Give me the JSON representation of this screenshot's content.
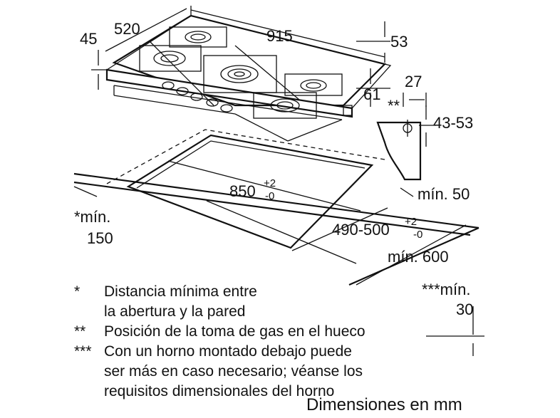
{
  "dimensions": {
    "hob_depth": "520",
    "hob_width": "915",
    "hob_thickness": "45",
    "edge_53": "53",
    "edge_61": "61",
    "gas_offset": "27",
    "gas_height": "43-53",
    "gas_marker": "**",
    "cutout_width": "850",
    "cutout_width_tol_plus": "+2",
    "cutout_width_tol_minus": "-0",
    "cutout_depth": "490-500",
    "cutout_depth_tol_plus": "+2",
    "cutout_depth_tol_minus": "-0",
    "min_50": "mín. 50",
    "min_600": "mín. 600",
    "min_150_line1": "*mín.",
    "min_150_line2": "150",
    "min_30_line1": "***mín.",
    "min_30_line2": "30"
  },
  "notes": [
    {
      "mark": "*",
      "lines": [
        "Distancia mínima entre",
        "la abertura y la pared"
      ]
    },
    {
      "mark": "**",
      "lines": [
        "Posición de la toma de gas en el hueco"
      ]
    },
    {
      "mark": "***",
      "lines": [
        "Con un horno montado debajo puede",
        "ser más en caso necesario; véanse los",
        "requisitos dimensionales del horno"
      ]
    }
  ],
  "footer": "Dimensiones en mm"
}
